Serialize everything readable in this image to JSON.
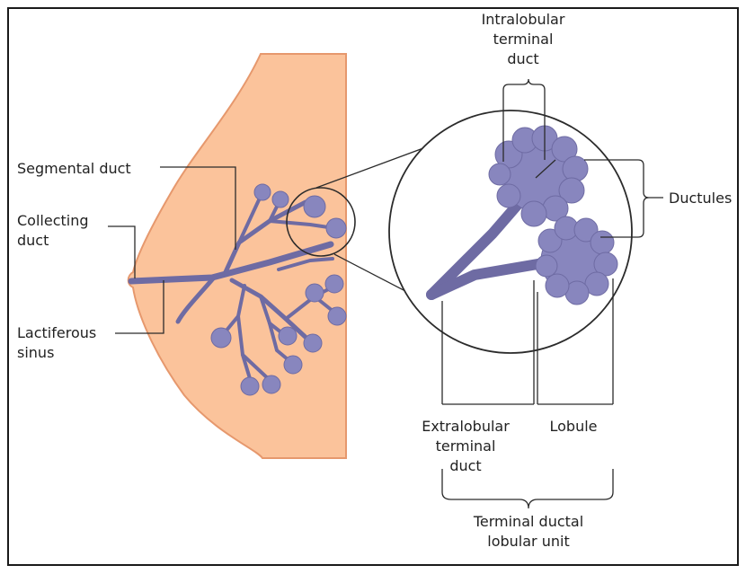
{
  "colors": {
    "breast_fill": "#fbc39b",
    "breast_outline": "#e6986d",
    "duct": "#6e6ba3",
    "lobule": "#8886be",
    "line": "#2b2b2b"
  },
  "labels": {
    "intralobular": [
      "Intralobular",
      "terminal",
      "duct"
    ],
    "segmental": [
      "Segmental duct"
    ],
    "collecting": [
      "Collecting",
      "duct"
    ],
    "lactiferous": [
      "Lactiferous",
      "sinus"
    ],
    "ductules": [
      "Ductules"
    ],
    "extralobular": [
      "Extralobular",
      "terminal",
      "duct"
    ],
    "lobule": [
      "Lobule"
    ],
    "tdlu": [
      "Terminal ductal",
      "lobular unit"
    ]
  }
}
